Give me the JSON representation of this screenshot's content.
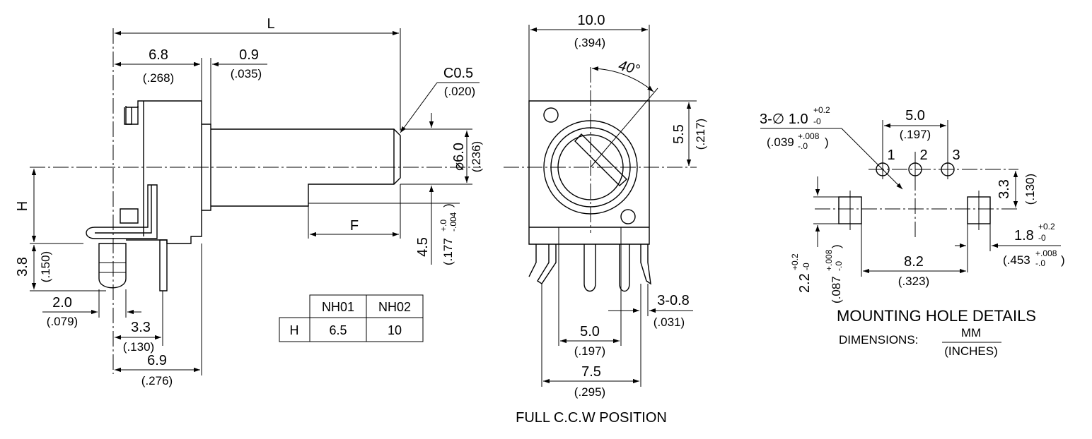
{
  "side_view": {
    "L": "L",
    "d_6_8": "6.8",
    "d_6_8_in": "(.268)",
    "d_0_9": "0.9",
    "d_0_9_in": "(.035)",
    "c05": "C0.5",
    "c05_in": "(.020)",
    "phi_label": "⌀6.0",
    "phi_in": "(.236)",
    "F": "F",
    "H": "H",
    "d_4_5": "4.5",
    "d_4_5_in_main": "(.177",
    "d_4_5_in_sup": "+.0",
    "d_4_5_in_sub": "-.004",
    "d_4_5_in_close": ")",
    "d_3_8": "3.8",
    "d_3_8_in": "(.150)",
    "d_2_0": "2.0",
    "d_2_0_in": "(.079)",
    "d_3_3": "3.3",
    "d_3_3_in": "(.130)",
    "d_6_9": "6.9",
    "d_6_9_in": "(.276)"
  },
  "table": {
    "headers": [
      "NH01",
      "NH02"
    ],
    "row_label": "H",
    "values": [
      "6.5",
      "10"
    ]
  },
  "front_view": {
    "d_10_0": "10.0",
    "d_10_0_in": "(.394)",
    "angle": "40°",
    "d_5_5": "5.5",
    "d_5_5_in": "(.217)",
    "d_3_0_8": "3-0.8",
    "d_3_0_8_in": "(.031)",
    "d_5_0": "5.0",
    "d_5_0_in": "(.197)",
    "d_7_5": "7.5",
    "d_7_5_in": "(.295)",
    "caption": "FULL C.C.W POSITION"
  },
  "mounting": {
    "hole_main": "3-∅ 1.0",
    "hole_sup": "+0.2",
    "hole_sub": "-0",
    "hole_in_main": "(.039",
    "hole_in_sup": "+.008",
    "hole_in_sub": "-.0",
    "hole_in_close": ")",
    "pin1": "1",
    "pin2": "2",
    "pin3": "3",
    "d_5_0": "5.0",
    "d_5_0_in": "(.197)",
    "d_3_3": "3.3",
    "d_3_3_in": "(.130)",
    "d_1_8": "1.8",
    "d_1_8_sup": "+0.2",
    "d_1_8_sub": "-0",
    "d_1_8_in_main": "(.453",
    "d_1_8_in_sup": "+.008",
    "d_1_8_in_sub": "-.0",
    "d_1_8_in_close": ")",
    "d_8_2": "8.2",
    "d_8_2_in": "(.323)",
    "d_2_2": "2.2",
    "d_2_2_sup": "+0.2",
    "d_2_2_sub": "-0",
    "d_2_2_in_main": "(.087",
    "d_2_2_in_sup": "+.008",
    "d_2_2_in_sub": "-.0",
    "d_2_2_in_close": ")",
    "title": "MOUNTING HOLE DETAILS",
    "dims_label": "DIMENSIONS:",
    "unit_mm": "MM",
    "unit_in": "(INCHES)"
  }
}
